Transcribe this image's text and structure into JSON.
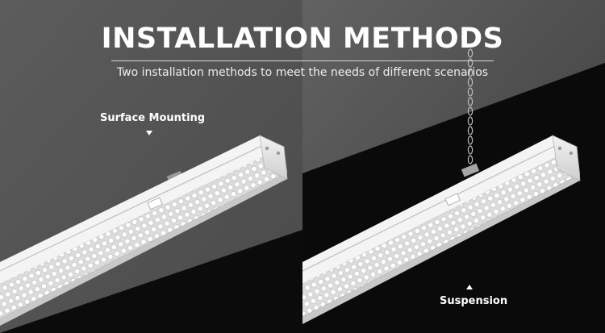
{
  "header": {
    "title": "INSTALLATION METHODS",
    "subtitle": "Two installation methods to meet the needs of different scenarios"
  },
  "panels": [
    {
      "label": "Surface Mounting"
    },
    {
      "label": "Suspension"
    }
  ],
  "colors": {
    "background_gray": "#5a5a5a",
    "background_black": "#0a0a0a",
    "text": "#ffffff"
  }
}
